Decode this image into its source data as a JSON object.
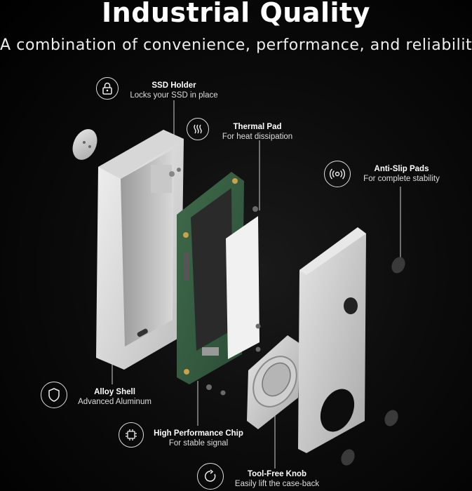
{
  "header": {
    "title": "Industrial Quality",
    "subtitle": "A combination of convenience, performance, and reliability!"
  },
  "features": [
    {
      "key": "ssd_holder",
      "title": "SSD Holder",
      "desc": "Locks your SSD in place",
      "icon": "lock-icon"
    },
    {
      "key": "thermal_pad",
      "title": "Thermal Pad",
      "desc": "For heat dissipation",
      "icon": "heat-waves-icon"
    },
    {
      "key": "anti_slip",
      "title": "Anti-Slip Pads",
      "desc": "For complete stability",
      "icon": "signal-circle-icon"
    },
    {
      "key": "alloy_shell",
      "title": "Alloy Shell",
      "desc": "Advanced Aluminum",
      "icon": "shield-icon"
    },
    {
      "key": "chip",
      "title": "High Performance Chip",
      "desc": "For stable signal",
      "icon": "chip-icon"
    },
    {
      "key": "knob",
      "title": "Tool-Free Knob",
      "desc": "Easily lift the case-back",
      "icon": "rotate-icon"
    }
  ]
}
